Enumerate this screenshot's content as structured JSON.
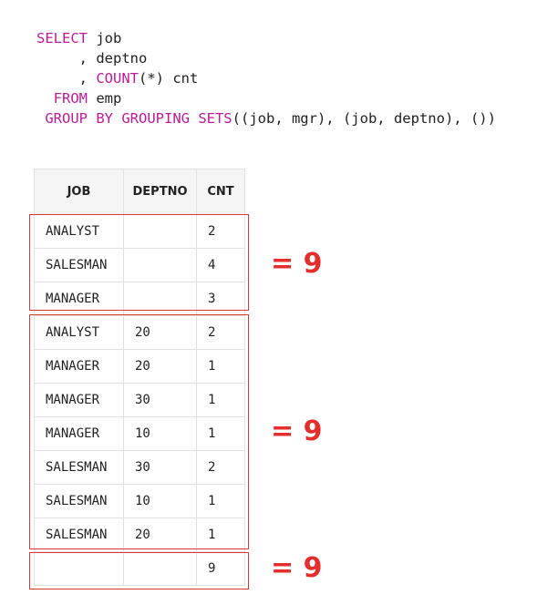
{
  "sql": {
    "line1": {
      "kw": "SELECT",
      "text": " job"
    },
    "line2": {
      "text": "     , deptno"
    },
    "line3": {
      "prefix": "     , ",
      "kw": "COUNT",
      "text": "(*) cnt"
    },
    "line4": {
      "prefix": "  ",
      "kw": "FROM",
      "text": " emp"
    },
    "line5": {
      "prefix": " ",
      "kw": "GROUP BY GROUPING SETS",
      "text": "((job, mgr), (job, deptno), ())"
    }
  },
  "colors": {
    "keyword": "#c01a9b",
    "annotation": "#e52d2d",
    "group_border": "#d9363e",
    "header_bg": "#f5f5f5"
  },
  "table": {
    "headers": [
      "JOB",
      "DEPTNO",
      "CNT"
    ],
    "rows": [
      [
        "ANALYST",
        "",
        "2"
      ],
      [
        "SALESMAN",
        "",
        "4"
      ],
      [
        "MANAGER",
        "",
        "3"
      ],
      [
        "ANALYST",
        "20",
        "2"
      ],
      [
        "MANAGER",
        "20",
        "1"
      ],
      [
        "MANAGER",
        "30",
        "1"
      ],
      [
        "MANAGER",
        "10",
        "1"
      ],
      [
        "SALESMAN",
        "30",
        "2"
      ],
      [
        "SALESMAN",
        "10",
        "1"
      ],
      [
        "SALESMAN",
        "20",
        "1"
      ],
      [
        "",
        "",
        "9"
      ]
    ]
  },
  "annotations": [
    {
      "label": "= 9"
    },
    {
      "label": "= 9"
    },
    {
      "label": "= 9"
    }
  ]
}
